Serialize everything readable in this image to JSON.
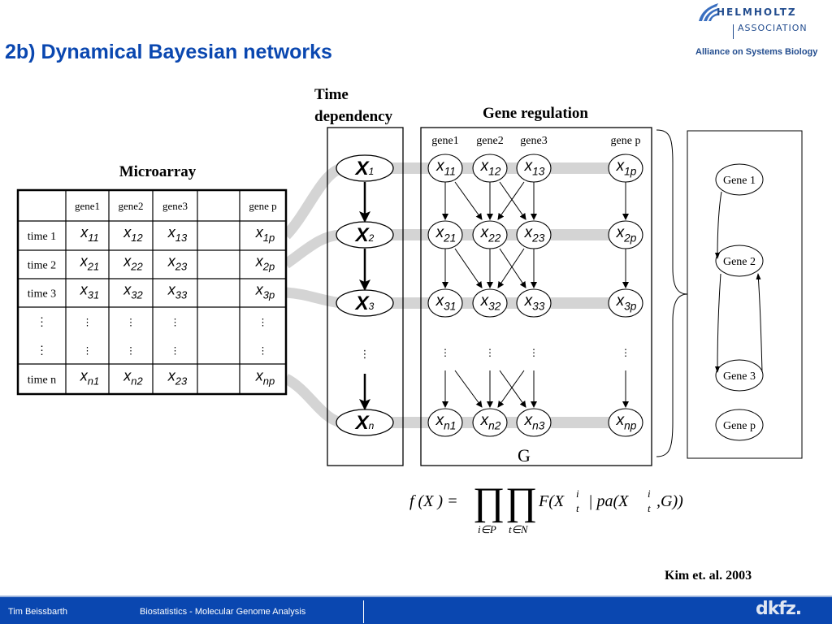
{
  "slide": {
    "title": "2b) Dynamical Bayesian networks",
    "logo": {
      "line1": "HELMHOLTZ",
      "line2": "ASSOCIATION",
      "line3": "Alliance on Systems Biology"
    },
    "citation": "Kim et. al. 2003",
    "footer": {
      "author": "Tim Beissbarth",
      "course": "Biostatistics - Molecular Genome Analysis",
      "brand": "dkfz."
    }
  },
  "microarray": {
    "title": "Microarray",
    "columns": [
      "",
      "gene1",
      "gene2",
      "gene3",
      "",
      "gene p"
    ],
    "rows": [
      [
        "time 1",
        "x11",
        "x12",
        "x13",
        "",
        "x1p"
      ],
      [
        "time 2",
        "x21",
        "x22",
        "x23",
        "",
        "x2p"
      ],
      [
        "time 3",
        "x31",
        "x32",
        "x33",
        "",
        "x3p"
      ],
      [
        "⋮",
        "⋮",
        "⋮",
        "⋮",
        "",
        "⋮"
      ],
      [
        "⋮",
        "⋮",
        "⋮",
        "⋮",
        "",
        "⋮"
      ],
      [
        "time n",
        "xn1",
        "xn2",
        "x23",
        "",
        "xnp"
      ]
    ]
  },
  "time_dependency": {
    "title_line1": "Time",
    "title_line2": "dependency",
    "nodes": [
      {
        "base": "X",
        "sub": "1"
      },
      {
        "base": "X",
        "sub": "2"
      },
      {
        "base": "X",
        "sub": "3"
      },
      {
        "base": "X",
        "sub": "n"
      }
    ],
    "ellipsis": "⋮"
  },
  "gene_regulation": {
    "title": "Gene regulation",
    "gene_labels": [
      "gene1",
      "gene2",
      "gene3",
      "gene p"
    ],
    "rows": [
      [
        "11",
        "12",
        "13",
        "1p"
      ],
      [
        "21",
        "22",
        "23",
        "2p"
      ],
      [
        "31",
        "32",
        "33",
        "3p"
      ],
      [
        "n1",
        "n2",
        "n3",
        "np"
      ]
    ],
    "edges": [
      [
        0,
        0
      ],
      [
        0,
        1
      ],
      [
        1,
        1
      ],
      [
        1,
        2
      ],
      [
        2,
        1
      ],
      [
        2,
        2
      ],
      [
        3,
        3
      ]
    ],
    "graph_label": "G",
    "ellipsis": "⋮"
  },
  "network": {
    "nodes": [
      "Gene 1",
      "Gene 2",
      "Gene 3",
      "Gene p"
    ],
    "edges": [
      {
        "from": "Gene 1",
        "to": "Gene 2"
      },
      {
        "from": "Gene 2",
        "to": "Gene 3"
      },
      {
        "from": "Gene 3",
        "to": "Gene 2"
      }
    ]
  },
  "formula": {
    "lhs": "f (X ) =",
    "prod1": "∏",
    "prod2": "∏",
    "sub1": "i∈P",
    "sub2": "t∈N",
    "rhs_a": "F(X",
    "sup1": "i",
    "subt1": "t",
    "rhs_b": "| pa(X",
    "sup2": "i",
    "subt2": "t",
    "rhs_c": ",G))"
  }
}
